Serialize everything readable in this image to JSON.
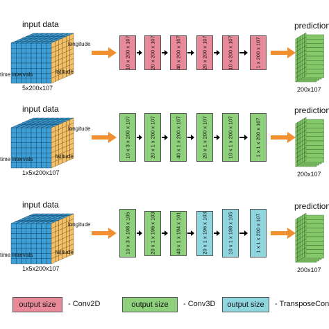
{
  "colors": {
    "conv2d": "#e88a99",
    "conv3d": "#8fd07c",
    "transpose": "#8fd6df",
    "orange": "#f09030",
    "cube_blue": "#3e9fd6",
    "cube_orange": "#f2c06a",
    "pred_green": "#84c86a"
  },
  "rows": [
    {
      "input_title": "input data",
      "lon": "longitude",
      "lat": "latitude",
      "time": "time intervals",
      "input_shape": "5x200x107",
      "blocks": [
        {
          "label": "10 x 200 x 107",
          "kind": "conv2d"
        },
        {
          "label": "20 x 200 x 107",
          "kind": "conv2d"
        },
        {
          "label": "40 x 200 x 107",
          "kind": "conv2d"
        },
        {
          "label": "20 x 200 x 107",
          "kind": "conv2d"
        },
        {
          "label": "10 x 200 x 107",
          "kind": "conv2d"
        },
        {
          "label": "1 x 200 x 107",
          "kind": "conv2d"
        }
      ],
      "pred_title": "prediction",
      "pred_shape": "200x107"
    },
    {
      "input_title": "input data",
      "lon": "longitude",
      "lat": "latitude",
      "time": "time intervals",
      "input_shape": "1x5x200x107",
      "blocks": [
        {
          "label": "10 x 3 x 200 x 107",
          "kind": "conv3d"
        },
        {
          "label": "20 x 1 x 200 x 107",
          "kind": "conv3d"
        },
        {
          "label": "40 x 1 x 200 x 107",
          "kind": "conv3d"
        },
        {
          "label": "20 x 1 x 200 x 107",
          "kind": "conv3d"
        },
        {
          "label": "10 x 1 x 200 x 107",
          "kind": "conv3d"
        },
        {
          "label": "1 x 1 x 200 x 107",
          "kind": "conv3d"
        }
      ],
      "pred_title": "prediction",
      "pred_shape": "200x107"
    },
    {
      "input_title": "input data",
      "lon": "longitude",
      "lat": "latitude",
      "time": "time intervals",
      "input_shape": "1x5x200x107",
      "blocks": [
        {
          "label": "10 x 3 x 198 x 105",
          "kind": "conv3d"
        },
        {
          "label": "20 x 1 x 196 x 103",
          "kind": "conv3d"
        },
        {
          "label": "40 x 1 x 194 x 101",
          "kind": "conv3d"
        },
        {
          "label": "20 x 1 x 196 x 103",
          "kind": "transpose"
        },
        {
          "label": "10 x 1 x 198 x 105",
          "kind": "transpose"
        },
        {
          "label": "1 x 1 x 200 x 107",
          "kind": "transpose"
        }
      ],
      "pred_title": "prediction",
      "pred_shape": "200x107"
    }
  ],
  "legend": [
    {
      "box": "output size",
      "text": "- Conv2D",
      "kind": "conv2d"
    },
    {
      "box": "output size",
      "text": "- Conv3D",
      "kind": "conv3d"
    },
    {
      "box": "output size",
      "text": "- TransposeConv",
      "kind": "transpose"
    }
  ]
}
